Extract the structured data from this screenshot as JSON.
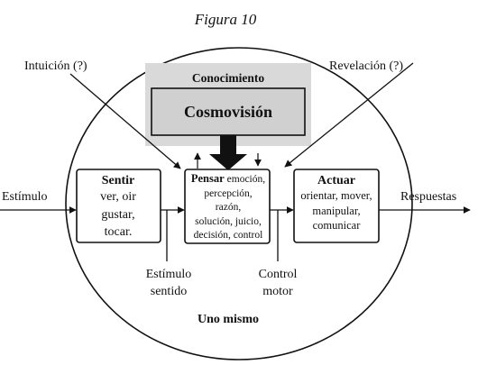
{
  "figure_title": "Figura 10",
  "boxes": {
    "conocimiento": {
      "label": "Conocimiento"
    },
    "cosmovision": {
      "label": "Cosmovisión"
    },
    "sentir": {
      "heading": "Sentir",
      "lines": [
        "ver, oir",
        "gustar,",
        "tocar."
      ]
    },
    "pensar": {
      "heading": "Pensar",
      "first_line_rest": "emoción,",
      "lines": [
        "percepción,",
        "razón,",
        "solución, juicio,",
        "decisión, control"
      ]
    },
    "actuar": {
      "heading": "Actuar",
      "lines": [
        "orientar, mover,",
        "manipular,",
        "comunicar"
      ]
    }
  },
  "labels": {
    "intuicion": "Intuición (?)",
    "revelacion": "Revelación (?)",
    "estimulo": "Estímulo",
    "respuestas": "Respuestas",
    "estimulo_sentido": [
      "Estímulo",
      "sentido"
    ],
    "control_motor": [
      "Control",
      "motor"
    ],
    "uno_mismo": "Uno mismo"
  },
  "colors": {
    "outer_panel": "#d9d9d9",
    "inner_box": "#d0d0d0",
    "ink": "#111111"
  }
}
